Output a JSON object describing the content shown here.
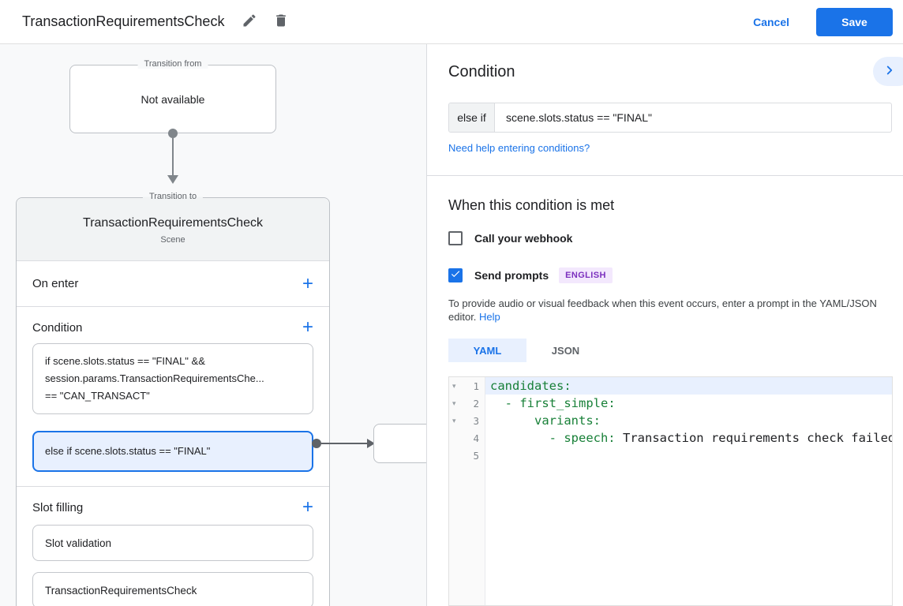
{
  "topbar": {
    "title": "TransactionRequirementsCheck",
    "cancel_label": "Cancel",
    "save_label": "Save"
  },
  "canvas": {
    "transition_from": {
      "label": "Transition from",
      "content": "Not available"
    },
    "scene": {
      "label": "Transition to",
      "title": "TransactionRequirementsCheck",
      "subtitle": "Scene",
      "on_enter": {
        "label": "On enter",
        "add": "+"
      },
      "condition": {
        "label": "Condition",
        "add": "+",
        "cards": [
          {
            "lines": [
              "if scene.slots.status == \"FINAL\" &&",
              "session.params.TransactionRequirementsChe...",
              "== \"CAN_TRANSACT\""
            ]
          },
          {
            "lines": [
              "else if scene.slots.status == \"FINAL\""
            ]
          }
        ]
      },
      "slot_filling": {
        "label": "Slot filling",
        "add": "+",
        "cards": [
          "Slot validation",
          "TransactionRequirementsCheck"
        ]
      }
    }
  },
  "panel": {
    "heading": "Condition",
    "condition_input": {
      "prefix": "else if",
      "value": "scene.slots.status == \"FINAL\""
    },
    "help_link": "Need help entering conditions?",
    "section_heading": "When this condition is met",
    "webhook": {
      "label": "Call your webhook",
      "checked": false
    },
    "prompts": {
      "label": "Send prompts",
      "checked": true,
      "badge": "ENGLISH"
    },
    "description": "To provide audio or visual feedback when this event occurs, enter a prompt in the YAML/JSON editor. ",
    "description_link": "Help",
    "tabs": [
      {
        "label": "YAML",
        "active": true
      },
      {
        "label": "JSON",
        "active": false
      }
    ],
    "editor": {
      "lines": [
        {
          "num": "1",
          "fold": "▾",
          "indent": "",
          "key": "candidates:",
          "value": ""
        },
        {
          "num": "2",
          "fold": "▾",
          "indent": "  ",
          "key": "- first_simple:",
          "value": ""
        },
        {
          "num": "3",
          "fold": "▾",
          "indent": "      ",
          "key": "variants:",
          "value": ""
        },
        {
          "num": "4",
          "fold": "",
          "indent": "        ",
          "key": "- speech:",
          "value": " Transaction requirements check failed"
        },
        {
          "num": "5",
          "fold": "",
          "indent": "",
          "key": "",
          "value": ""
        }
      ]
    }
  },
  "colors": {
    "accent_blue": "#1a73e8",
    "selected_card_bg": "#e8f0fe",
    "canvas_bg": "#f8f9fa",
    "border_gray": "#dadce0",
    "code_key_green": "#188038",
    "badge_bg": "#f3e8fd",
    "badge_text": "#7b2fbe"
  }
}
